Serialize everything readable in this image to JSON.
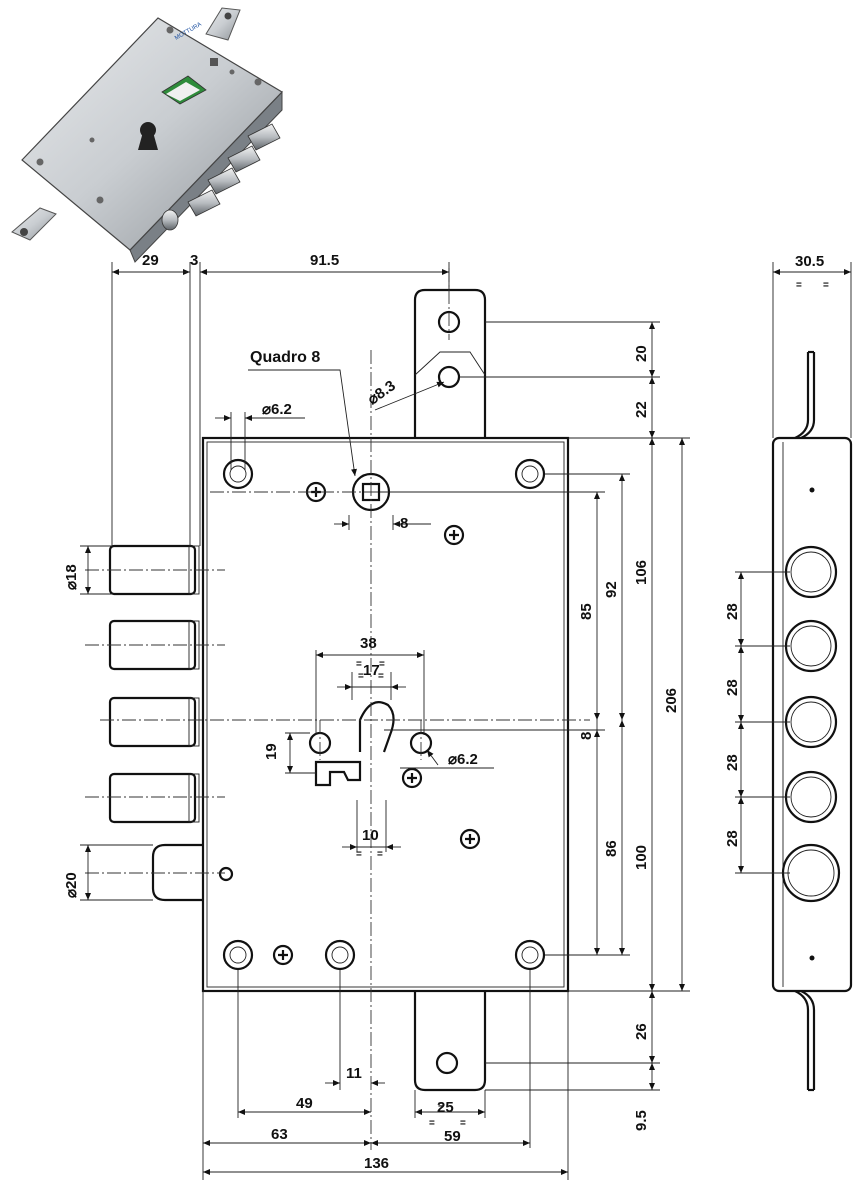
{
  "labels": {
    "quadro": "Quadro 8"
  },
  "dimensions": {
    "d29": "29",
    "d3": "3",
    "d91_5": "91.5",
    "d30_5": "30.5",
    "d20_top": "20",
    "d22": "22",
    "d8_3": "⌀8.3",
    "d6_2_top": "⌀6.2",
    "d_sq8": "8",
    "d85": "85",
    "d92": "92",
    "d106": "106",
    "d206": "206",
    "d8_mid": "8",
    "d86": "86",
    "d100": "100",
    "d18": "⌀18",
    "d20_bolt": "⌀20",
    "d38": "38",
    "d17": "17",
    "d19": "19",
    "d6_2_mid": "⌀6.2",
    "d10": "10",
    "d28_1": "28",
    "d28_2": "28",
    "d28_3": "28",
    "d28_4": "28",
    "d26": "26",
    "d9_5": "9.5",
    "d11": "11",
    "d49": "49",
    "d25": "25",
    "d63": "63",
    "d59": "59",
    "d136": "136"
  },
  "photo": {
    "logo_text": "MOTTURA"
  }
}
